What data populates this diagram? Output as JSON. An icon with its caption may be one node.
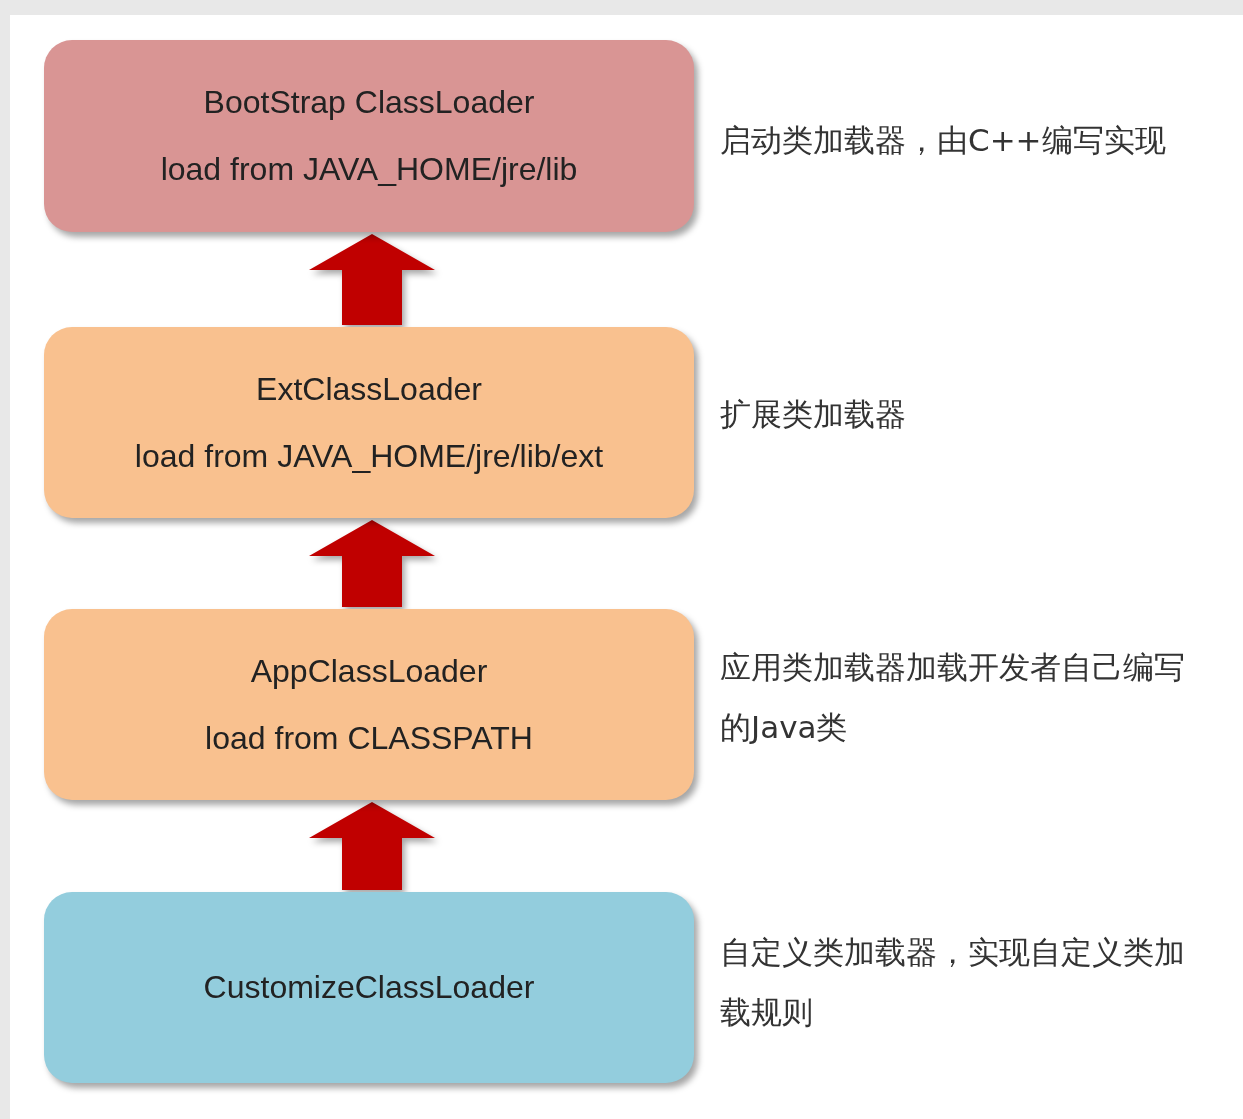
{
  "diagram": {
    "nodes": [
      {
        "text": [
          "BootStrap ClassLoader",
          "load from JAVA_HOME/jre/lib"
        ],
        "beside": [
          "启动类加载器，由C++编写实现"
        ]
      },
      {
        "text": [
          "ExtClassLoader",
          "load from JAVA_HOME/jre/lib/ext"
        ],
        "beside": [
          "扩展类加载器"
        ]
      },
      {
        "text": [
          "AppClassLoader",
          "load from CLASSPATH"
        ],
        "beside": [
          "应用类加载器加载开发者自己编写的Java类"
        ]
      },
      {
        "text": [
          "CustomizeClassLoader"
        ],
        "beside": [
          "自定义类加载器，实现自定义类加载规则"
        ]
      }
    ],
    "edges": [
      {
        "from": 1,
        "to": 0,
        "arrow": "to"
      },
      {
        "from": 2,
        "to": 1,
        "arrow": "to"
      },
      {
        "from": 3,
        "to": 2,
        "arrow": "to"
      }
    ]
  }
}
